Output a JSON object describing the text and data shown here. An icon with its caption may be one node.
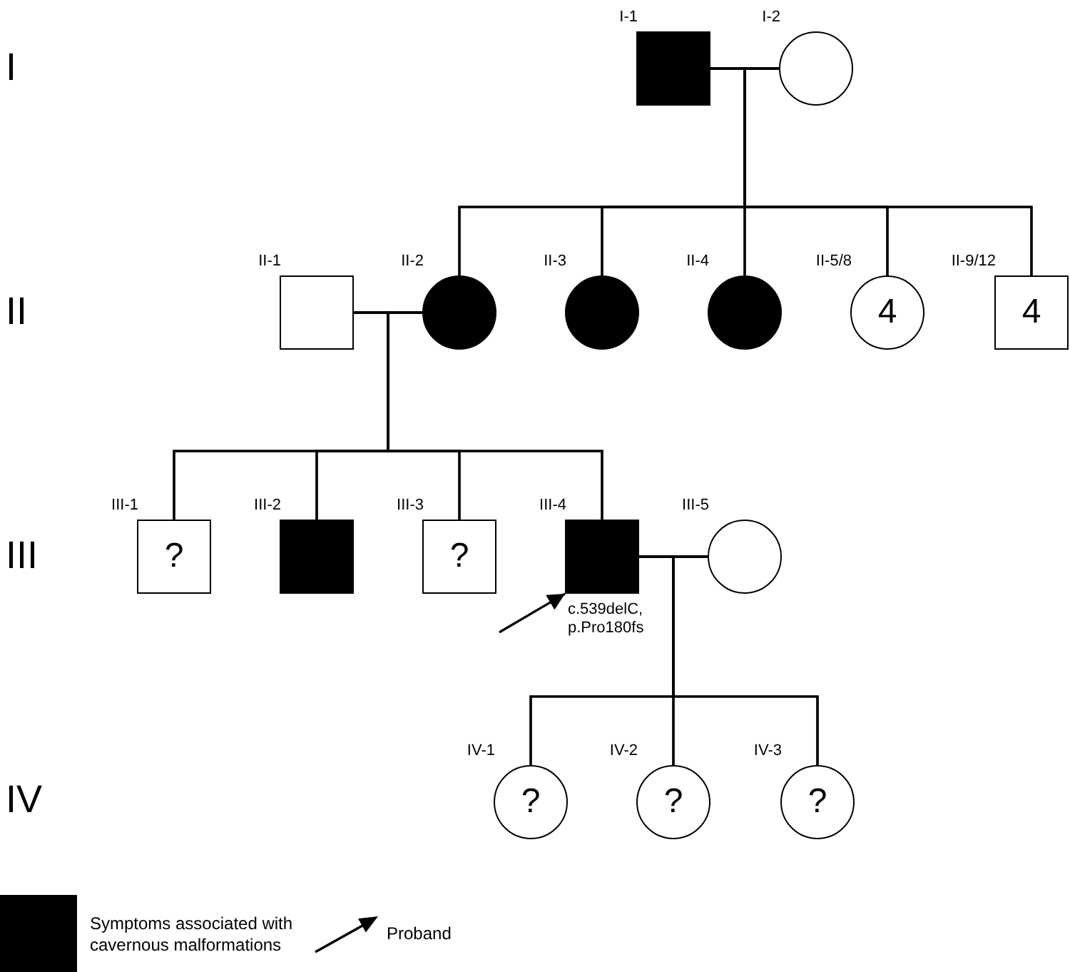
{
  "diagram": {
    "nodes": [
      {
        "text": [],
        "shape": "box",
        "beside": [
          "I-1"
        ]
      },
      {
        "text": [],
        "shape": "circle",
        "beside": [
          "I-2"
        ]
      },
      {
        "text": [],
        "shape": "box",
        "beside": [
          "II-1"
        ]
      },
      {
        "text": [],
        "shape": "circle",
        "beside": [
          "II-2"
        ]
      },
      {
        "text": [],
        "shape": "circle",
        "beside": [
          "II-3"
        ]
      },
      {
        "text": [],
        "shape": "circle",
        "beside": [
          "II-4"
        ]
      },
      {
        "text": [
          "4"
        ],
        "beside": [
          "II-5/8"
        ]
      },
      {
        "text": [
          "4"
        ],
        "beside": [
          "II-9/12"
        ]
      },
      {
        "text": [
          "?"
        ],
        "beside": [
          "III-1"
        ]
      },
      {
        "text": [],
        "shape": "box",
        "beside": [
          "III-2"
        ]
      },
      {
        "text": [
          "?"
        ],
        "beside": [
          "III-3"
        ]
      },
      {
        "text": [],
        "shape": "box",
        "beside": [
          "III-4",
          "c.539delC, p.Pro180fs"
        ]
      },
      {
        "text": [],
        "shape": "circle",
        "beside": [
          "III-5"
        ]
      },
      {
        "text": [
          "?"
        ],
        "beside": [
          "IV-1"
        ]
      },
      {
        "text": [
          "?"
        ],
        "beside": [
          "IV-2"
        ]
      },
      {
        "text": [
          "?"
        ],
        "beside": [
          "IV-3"
        ]
      }
    ],
    "edges": [
      {
        "from": 0,
        "to": 1,
        "arrow": "none"
      },
      {
        "from": 0,
        "to": 3,
        "arrow": "none"
      },
      {
        "from": 1,
        "to": 3,
        "arrow": "none"
      },
      {
        "from": 0,
        "to": 4,
        "arrow": "none"
      },
      {
        "from": 1,
        "to": 4,
        "arrow": "none"
      },
      {
        "from": 0,
        "to": 5,
        "arrow": "none"
      },
      {
        "from": 1,
        "to": 5,
        "arrow": "none"
      },
      {
        "from": 0,
        "to": 6,
        "arrow": "none"
      },
      {
        "from": 1,
        "to": 6,
        "arrow": "none"
      },
      {
        "from": 0,
        "to": 7,
        "arrow": "none"
      },
      {
        "from": 1,
        "to": 7,
        "arrow": "none"
      },
      {
        "from": 2,
        "to": 3,
        "arrow": "none"
      },
      {
        "from": 2,
        "to": 8,
        "arrow": "none"
      },
      {
        "from": 3,
        "to": 8,
        "arrow": "none"
      },
      {
        "from": 2,
        "to": 9,
        "arrow": "none"
      },
      {
        "from": 3,
        "to": 9,
        "arrow": "none"
      },
      {
        "from": 2,
        "to": 10,
        "arrow": "none"
      },
      {
        "from": 3,
        "to": 10,
        "arrow": "none"
      },
      {
        "from": 2,
        "to": 11,
        "arrow": "none"
      },
      {
        "from": 3,
        "to": 11,
        "arrow": "none"
      },
      {
        "from": 11,
        "to": 12,
        "arrow": "none"
      },
      {
        "from": 11,
        "to": 13,
        "arrow": "none"
      },
      {
        "from": 12,
        "to": 13,
        "arrow": "none"
      },
      {
        "from": 11,
        "to": 14,
        "arrow": "none"
      },
      {
        "from": 12,
        "to": 14,
        "arrow": "none"
      },
      {
        "from": 11,
        "to": 15,
        "arrow": "none"
      },
      {
        "from": 12,
        "to": 15,
        "arrow": "none"
      },
      {
        "from": null,
        "to": 11,
        "arrow": "to"
      }
    ],
    "labels": [
      "I",
      "II",
      "III",
      "IV"
    ],
    "legend": [
      {
        "text": "Symptoms associated with cavernous malformations",
        "color": "#000000"
      },
      {
        "text": "Proband"
      }
    ]
  }
}
